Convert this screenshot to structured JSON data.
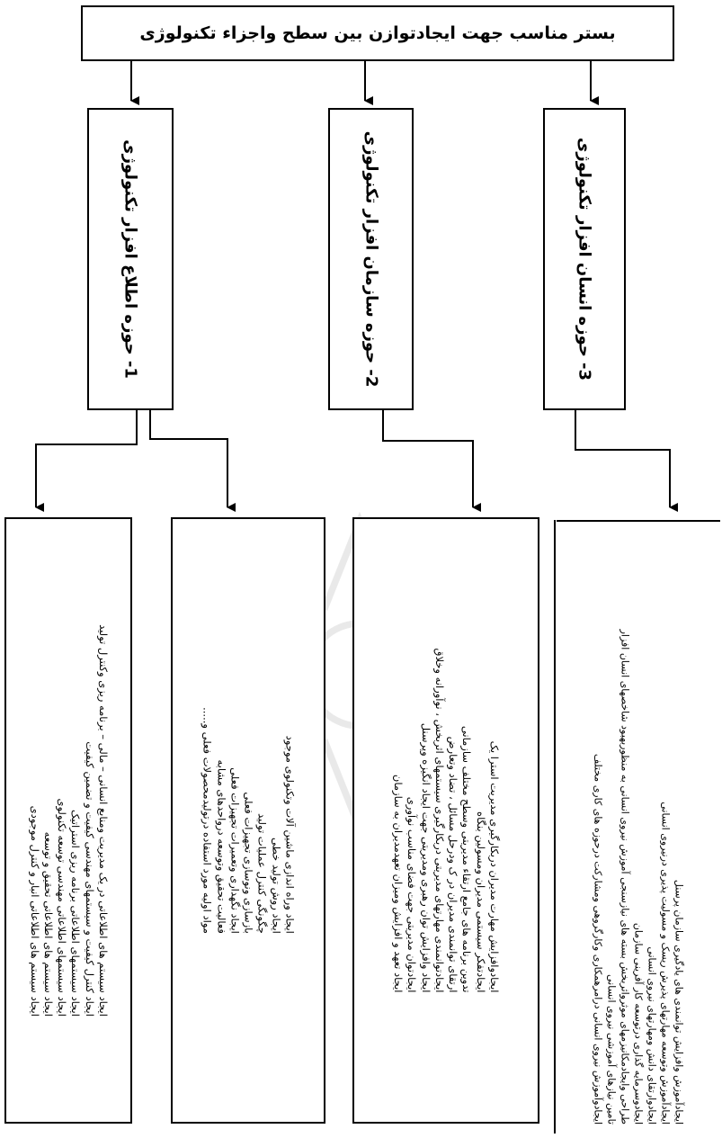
{
  "title": "بستر مناسب جهت ایجادتوازن بین سطح واجزاء تکنولوژی",
  "domains": [
    {
      "label": "1- حوزه اطلاع افزار تکنولوژی"
    },
    {
      "label": "2- حوزه سازمان افزار تکنولوژی"
    },
    {
      "label": "3- حوزه انسان افزار تکنولوژی"
    }
  ],
  "lists": {
    "info_systems": [
      "ایجاد سیستم های اطلاعاتی در یک مدیریت ومنابع انسانی – مالی – برنامه ریزی وکنترل تولید",
      "ایجاد کنترل کیفیت و سیستمهای مهندسی کیفیت و تضمین کیفیت",
      "ایجاد سیستمهای اطلاعاتی برنامه ریزی استراتیک",
      "ایجاد سیستمهای اطلاعاتی مهندسی توسعه تکنولوی",
      "ایجاد سیستم های اطلاعاتی تحقیق و توسعه",
      "ایجاد سیستم های اطلاعاتی انبار و کنترل موجودی"
    ],
    "info_equipment": [
      "ایجاد وراه اندازی ماشین آلات وتکنولوی موجود",
      "ایجاد روش تولید خطی",
      "چگونگی کنترل عملیات تولید",
      "بازسازی ونوسازی تجهیزات فعلی",
      "ایجاد نگهداری وتعمیرات تجهیزات فعلی",
      "فعالیت تحقیق وتوسعه درواحدهای مشابه",
      "مواد اولیه مورد استفاده درتولیدمحصولات فعلی و....."
    ],
    "organization": [
      "ایجادوافزایش مهارت مدیران دربکارگیری مدیریت استرا یک",
      "ایجادتفکر سیستمی مدیران ومسولین بنگاه",
      "تدوین برنامه های جامع ارتقاء مدیریتی وسطح مختلف سازمانی",
      "ارتقای توانمندی مدیران در ک ودرحل مسائل ، تضاد وتعارض",
      "ایجادتوانمندی مهارتهای مدیریتی دربکارگیری سیستمهای اثربخش ، نوآورانه وخلاق",
      "ایجاد وافزایش توان رهبری ومدیریتی جهت ایجاد انگیزه وپرسنل",
      "ایجادتوان مدیریتی جهت فضای مناسب نوآوری",
      "ایجاد تعهد و افزایش ومیزان تعهدمدیران به سازمان"
    ],
    "human": [
      "ایجادآموزش وافزایش توانمندی های یادگیری سازمان پرسنل",
      "ایجادآموزش وتوسعه مهارتهای پذیرش ریسک و مسولیت پذیری درنیروی انسانی",
      "ایجادوارتقای دانش ومهارتهای نیروی انسانی",
      "ایجادوسرمایه گذاری درتوسعه کار آفرینی سازمان",
      "طراحی وایجادمکانیزمهای موثرواثربخش بسته های نیازسنجی آموزش نیروی انسانی به منظوربهبود شاخصهای انسان افزار",
      "تامین نیازهای آموزشی نیروی انسانی",
      "ایجادوآموزش نیروی انسانی درامرهمکاری وکارگروهی ومشارکت درحوزه های کاری مختلف"
    ]
  }
}
